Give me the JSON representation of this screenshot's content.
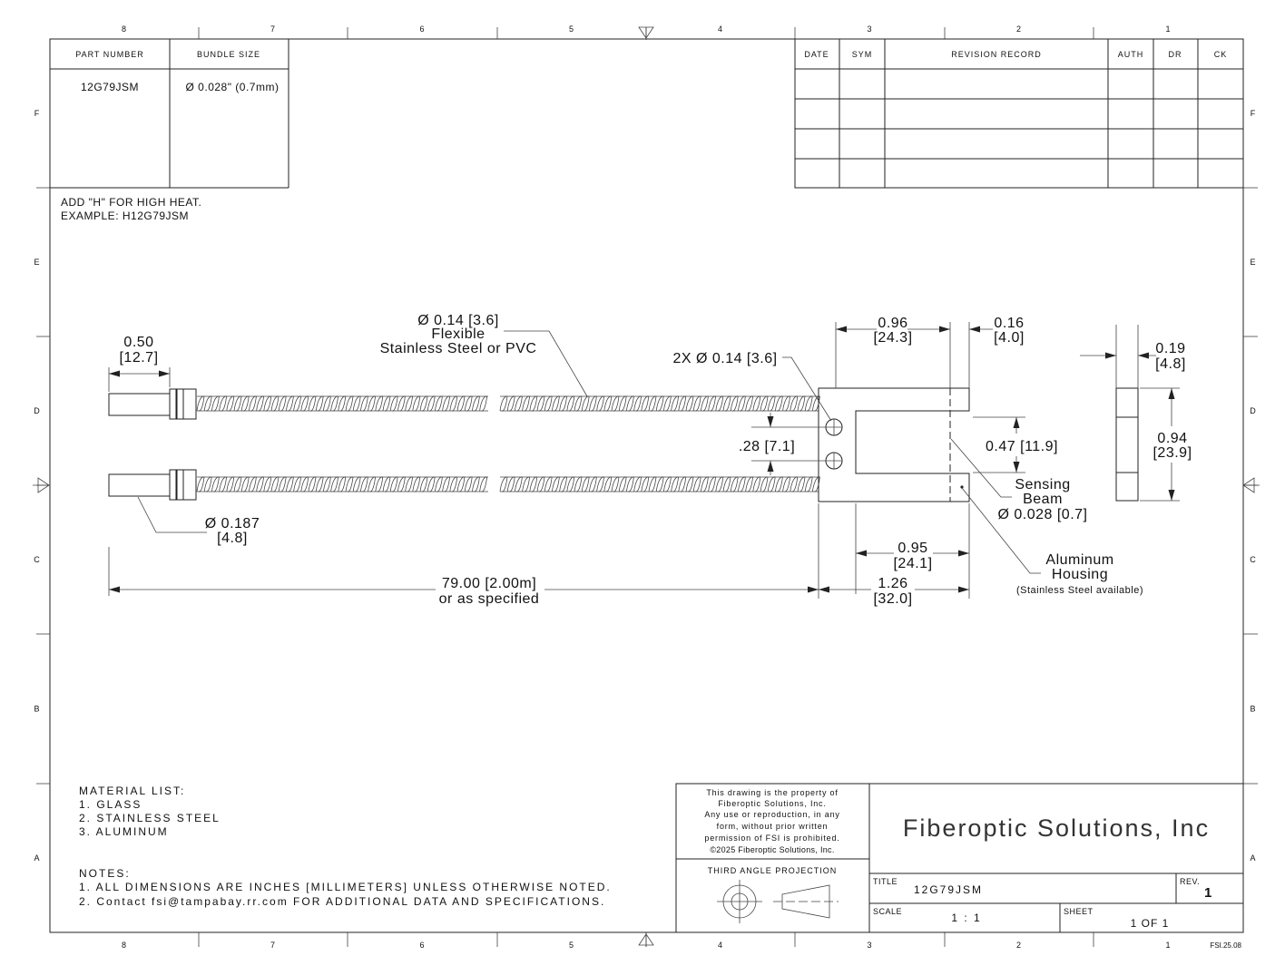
{
  "grid": {
    "columns": [
      "8",
      "7",
      "6",
      "5",
      "4",
      "3",
      "2",
      "1"
    ],
    "rows": [
      "F",
      "E",
      "D",
      "C",
      "B",
      "A"
    ]
  },
  "parts_table": {
    "headers": [
      "PART NUMBER",
      "BUNDLE SIZE"
    ],
    "rows": [
      [
        "12G79JSM",
        "Ø 0.028\" (0.7mm)"
      ]
    ]
  },
  "revision_table": {
    "headers": [
      "DATE",
      "SYM",
      "REVISION RECORD",
      "AUTH",
      "DR",
      "CK"
    ]
  },
  "high_heat_note": [
    "ADD \"H\" FOR HIGH HEAT.",
    "EXAMPLE: H12G79JSM"
  ],
  "dimensions": {
    "tip_length": [
      "0.50",
      "[12.7]"
    ],
    "cable": [
      "Ø 0.14 [3.6]",
      "Flexible",
      "Stainless Steel or PVC"
    ],
    "holes": "2X Ø 0.14 [3.6]",
    "housing_width": [
      "0.96",
      "[24.3]"
    ],
    "arm": [
      "0.16",
      "[4.0]"
    ],
    "thickness": [
      "0.19",
      "[4.8]"
    ],
    "height": [
      "0.94",
      "[23.9]"
    ],
    "hole_spacing": ".28 [7.1]",
    "slot": "0.47 [11.9]",
    "beam": [
      "Sensing",
      "Beam",
      "Ø 0.028 [0.7]"
    ],
    "tip_dia": [
      "Ø 0.187",
      "[4.8]"
    ],
    "slot_depth": [
      "0.95",
      "[24.1]"
    ],
    "housing_depth": [
      "1.26",
      "[32.0]"
    ],
    "overall": [
      "79.00 [2.00m]",
      "or as specified"
    ],
    "housing_label": [
      "Aluminum",
      "Housing",
      "(Stainless Steel available)"
    ]
  },
  "material_list": {
    "title": "MATERIAL LIST:",
    "items": [
      "1.   GLASS",
      "2.   STAINLESS STEEL",
      "3.   ALUMINUM"
    ]
  },
  "notes": {
    "title": "NOTES:",
    "items": [
      "1.   ALL DIMENSIONS ARE INCHES [MILLIMETERS] UNLESS OTHERWISE NOTED.",
      "2.   Contact fsi@tampabay.rr.com FOR ADDITIONAL DATA AND SPECIFICATIONS."
    ]
  },
  "title_block": {
    "property": [
      "This drawing is the property of",
      "Fiberoptic Solutions, Inc.",
      "Any use or reproduction, in any",
      "form, without prior written",
      "permission of FSI is prohibited.",
      "©2025 Fiberoptic Solutions, Inc."
    ],
    "projection": "THIRD ANGLE PROJECTION",
    "company": "Fiberoptic Solutions, Inc",
    "title_label": "TITLE",
    "title_value": "12G79JSM",
    "rev_label": "REV.",
    "rev_value": "1",
    "scale_label": "SCALE",
    "scale_value": "1 : 1",
    "sheet_label": "SHEET",
    "sheet_value": "1   OF  1",
    "form_code": "FSI.25.08"
  }
}
